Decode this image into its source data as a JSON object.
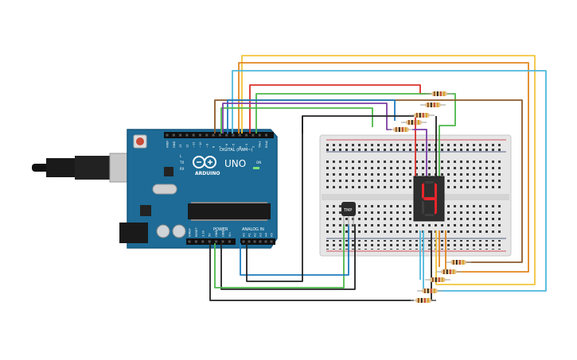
{
  "board": {
    "logo_text": "ARDUINO",
    "model": "UNO",
    "digital_header": "DIGITAL (PWM~)",
    "power_header": "POWER",
    "analog_header": "ANALOG IN",
    "tx_label": "TX",
    "rx_label": "RX",
    "on_label": "ON",
    "l_label": "L",
    "digital_pins": [
      "AREF",
      "GND",
      "13",
      "12",
      "~11",
      "~10",
      "~9",
      "8",
      "7",
      "~6",
      "~5",
      "4",
      "~3",
      "2",
      "TX▸1",
      "RX◂0"
    ],
    "power_pins": [
      "IOREF",
      "RESET",
      "3.3V",
      "5V",
      "GND",
      "GND",
      "Vin"
    ],
    "analog_pins": [
      "A0",
      "A1",
      "A2",
      "A3",
      "A4",
      "A5"
    ]
  },
  "sensor": {
    "label": "TMP"
  },
  "display": {
    "digit": "4",
    "segment_color": "#e8262b"
  },
  "wire_colors": {
    "yellow": "#f2c53d",
    "orange": "#e3861e",
    "lightblue": "#4fb8dc",
    "red": "#d9302a",
    "green": "#4cb84a",
    "brown": "#8b5a2b",
    "purple": "#7b3fa6",
    "blue": "#1f7bbf",
    "black": "#222222"
  }
}
